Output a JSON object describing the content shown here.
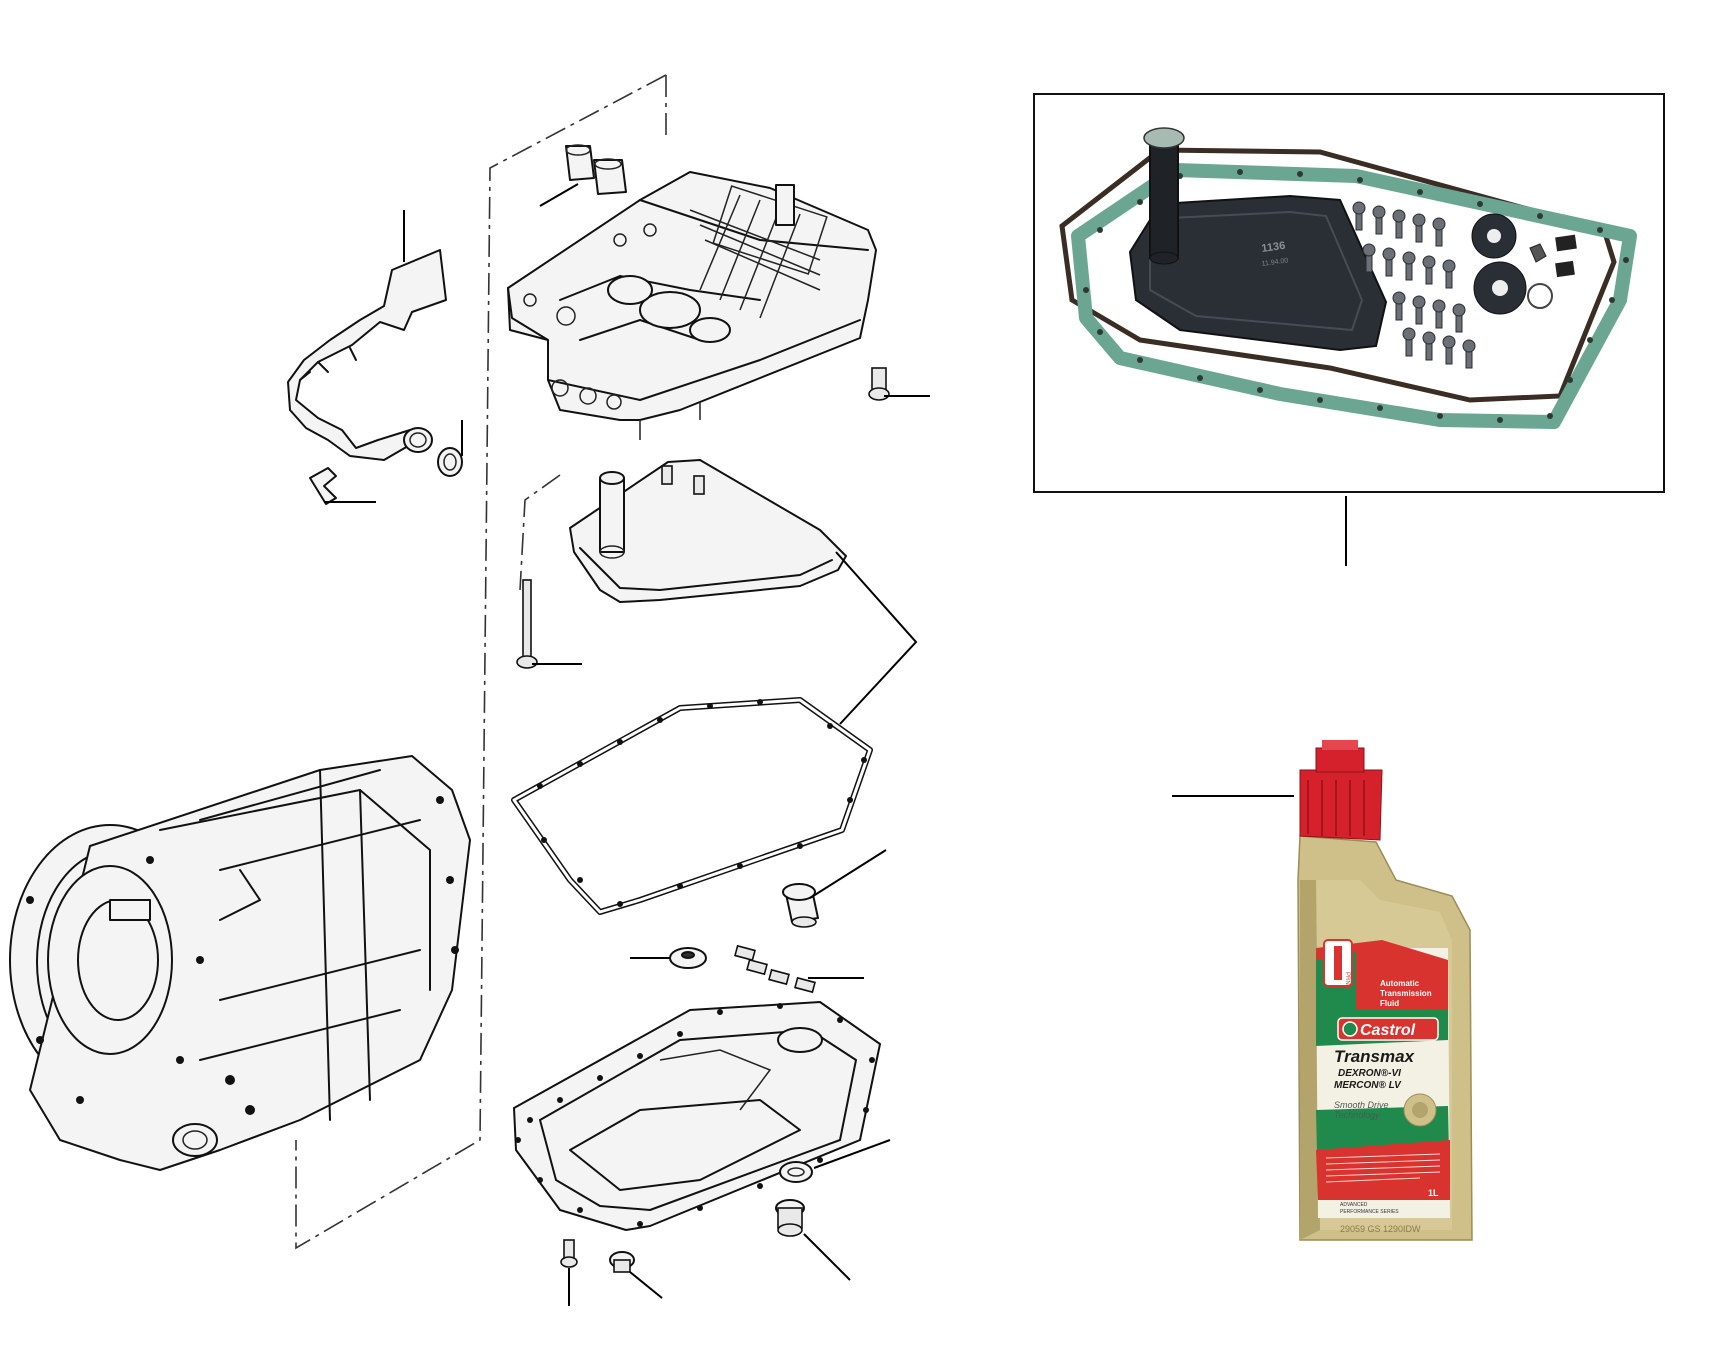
{
  "kit_photo": {
    "part_number_text": "1136",
    "part_sub_text": "11.94.00"
  },
  "fluid_bottle": {
    "category_line1": "Automatic",
    "category_line2": "Transmission",
    "category_line3": "Fluid",
    "brand": "Castrol",
    "product": "Transmax",
    "spec_line1": "DEXRON®-VI",
    "spec_line2": "MERCON® LV",
    "feature_line1": "Smooth Drive",
    "feature_line2": "Technology",
    "series_line1": "ADVANCED",
    "series_line2": "PERFORMANCE SERIES",
    "volume": "1L",
    "batch_code": "29059 GS 1290IDW",
    "gear_selector_letters": "PRND",
    "colors": {
      "bottle_gold": "#cfc08a",
      "cap_red": "#d4212b",
      "label_green": "#1f8a4c",
      "label_red": "#d9332f"
    }
  },
  "colors": {
    "gasket_green": "#6aa692",
    "filter_dark": "#2a2f35",
    "line_black": "#111111"
  }
}
